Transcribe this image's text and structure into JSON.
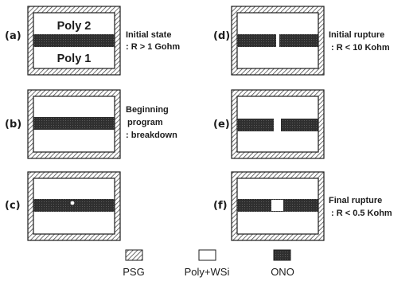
{
  "panels": [
    {
      "id": "a",
      "label": "(a)",
      "top_layer": "Poly 2",
      "bottom_layer": "Poly 1",
      "caption_lines": [
        "Initial state",
        ": R > 1 Gohm"
      ],
      "defect": "none"
    },
    {
      "id": "b",
      "label": "(b)",
      "caption_lines": [
        "Beginning",
        "program",
        ": breakdown"
      ],
      "defect": "none"
    },
    {
      "id": "c",
      "label": "(c)",
      "caption_lines": [],
      "defect": "point"
    },
    {
      "id": "d",
      "label": "(d)",
      "caption_lines": [
        "Initial rupture",
        ": R < 10 Kohm"
      ],
      "defect": "narrow"
    },
    {
      "id": "e",
      "label": "(e)",
      "caption_lines": [],
      "defect": "medium"
    },
    {
      "id": "f",
      "label": "(f)",
      "caption_lines": [
        "Final rupture",
        ": R < 0.5 Kohm"
      ],
      "defect": "wide"
    }
  ],
  "legend": [
    {
      "id": "psg",
      "label": "PSG",
      "swatch": "hatch"
    },
    {
      "id": "poly-wsi",
      "label": "Poly+WSi",
      "swatch": "blank"
    },
    {
      "id": "ono",
      "label": "ONO",
      "swatch": "dark"
    }
  ],
  "colors": {
    "ink": "#1c1c1c",
    "ono_fill": "#3a3a3a",
    "poly_fill": "#ffffff",
    "hatch_line": "#4a4a4a"
  }
}
